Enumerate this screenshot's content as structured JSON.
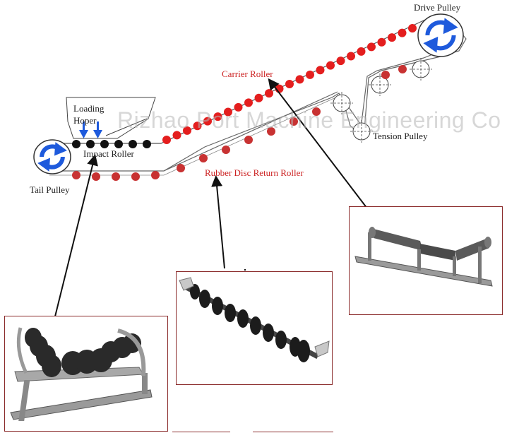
{
  "labels": {
    "drive_pulley": "Drive Pulley",
    "carrier_roller": "Carrier Roller",
    "loading_hoper": "Loading\nHoper",
    "impact_roller": "Impact Roller",
    "tension_pulley": "Tension Pulley",
    "tail_pulley": "Tail Pulley",
    "return_roller": "Rubber Disc Return Roller"
  },
  "watermark": "Rizhao Port Machine Engineering Co",
  "colors": {
    "carrier_roller": "#e41e1e",
    "return_roller": "#c83232",
    "impact_roller": "#111111",
    "pulley_arrow": "#1e5adc",
    "red_label": "#cc2222",
    "photo_border": "#8a2a2a"
  },
  "icons": {
    "drive_pulley": "rotation-arrows-icon",
    "tail_pulley": "rotation-arrows-icon",
    "loading_flow": "down-arrow-icon",
    "tension_pulley": "crosshair-circle-icon"
  }
}
